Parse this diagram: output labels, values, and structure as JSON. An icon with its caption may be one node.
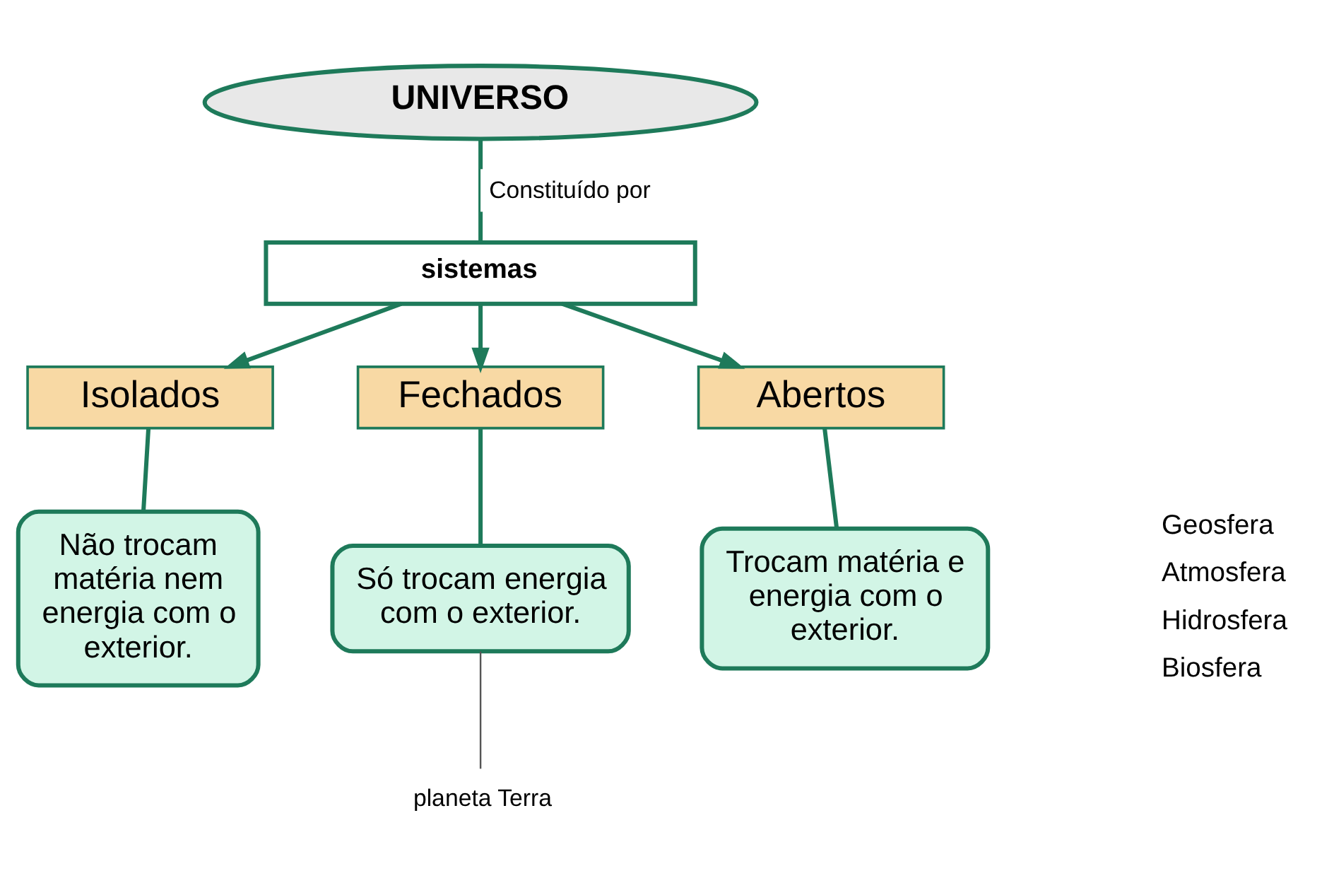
{
  "diagram": {
    "nodes": [
      {
        "text": [
          "UNIVERSO"
        ]
      },
      {
        "text": [
          "sistemas"
        ]
      },
      {
        "text": [
          "Isolados"
        ]
      },
      {
        "text": [
          "Fechados"
        ]
      },
      {
        "text": [
          "Abertos"
        ]
      },
      {
        "text": [
          "Não trocam matéria nem energia com o exterior."
        ]
      },
      {
        "text": [
          "Só trocam energia com o exterior."
        ]
      },
      {
        "text": [
          "Trocam matéria e energia com o exterior."
        ]
      },
      {
        "text": [
          "planeta Terra"
        ]
      }
    ],
    "edges": [
      {
        "from": 0,
        "to": 1,
        "arrow": "none",
        "label": "Constituído por"
      },
      {
        "from": 1,
        "to": 2,
        "arrow": "to"
      },
      {
        "from": 1,
        "to": 3,
        "arrow": "to"
      },
      {
        "from": 1,
        "to": 4,
        "arrow": "to"
      },
      {
        "from": 2,
        "to": 5,
        "arrow": "none"
      },
      {
        "from": 3,
        "to": 6,
        "arrow": "none"
      },
      {
        "from": 4,
        "to": 7,
        "arrow": "none"
      },
      {
        "from": 6,
        "to": 8,
        "arrow": "none",
        "color": "#555555"
      }
    ],
    "labels": [
      "Geosfera",
      "Atmosfera",
      "Hidrosfera",
      "Biosfera"
    ]
  }
}
